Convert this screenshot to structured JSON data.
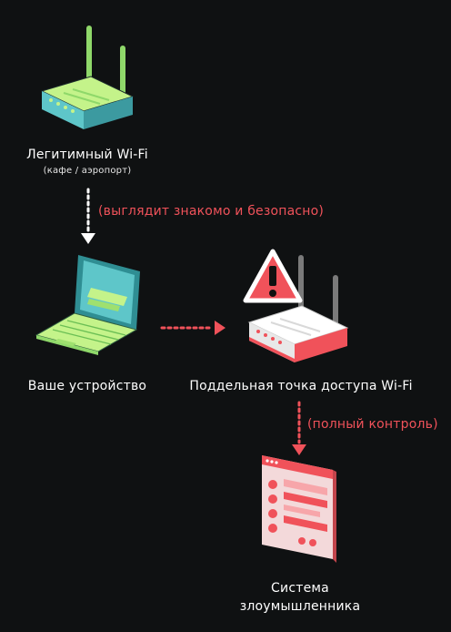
{
  "nodes": {
    "legit_wifi": {
      "title": "Легитимный Wi-Fi",
      "subtitle": "(кафе / аэропорт)"
    },
    "device": {
      "title": "Ваше устройство"
    },
    "fake_ap": {
      "title": "Поддельная точка доступа Wi-Fi"
    },
    "attacker": {
      "title_line1": "Система",
      "title_line2": "злоумышленника"
    }
  },
  "edges": {
    "legit_to_device": {
      "label": "(выглядит знакомо и безопасно)"
    },
    "fake_to_attacker": {
      "label": "(полный контроль)"
    }
  },
  "colors": {
    "background": "#0f1112",
    "legit_green": "#c4f38a",
    "legit_teal": "#5ec6c9",
    "danger_red": "#f0525a",
    "arrow_white": "#ffffff"
  }
}
